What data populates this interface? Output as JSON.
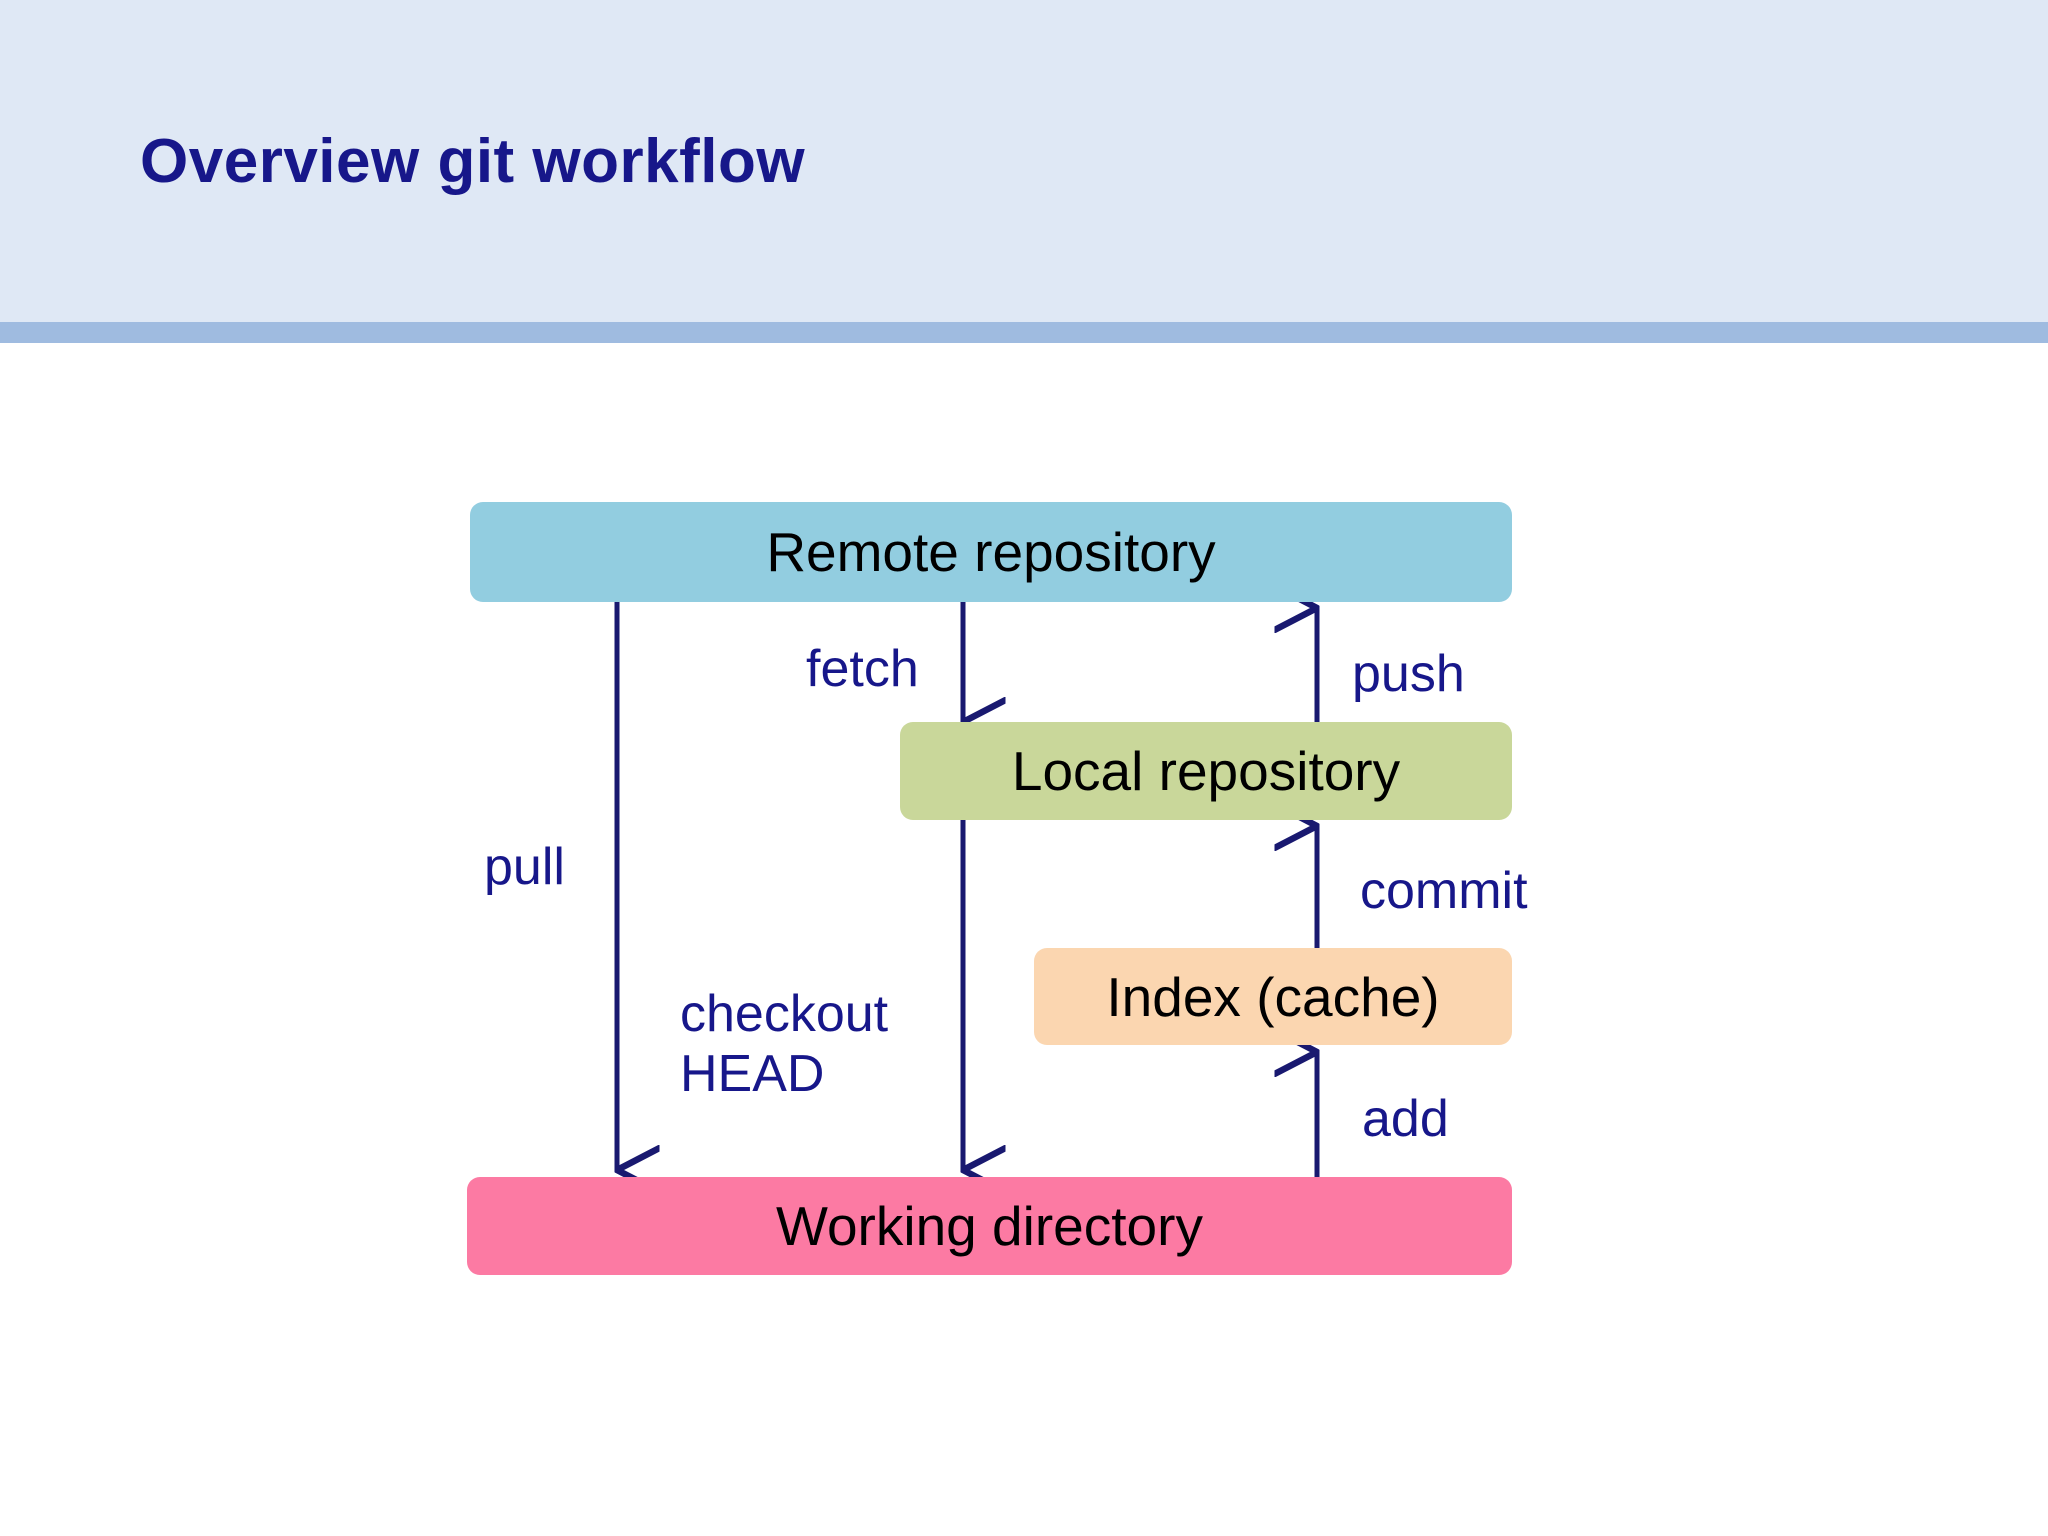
{
  "slide": {
    "title": "Overview git workflow",
    "header_bg": "#dfe8f5",
    "header_rule": "#9fbbe0",
    "title_color": "#17178a",
    "background": "#ffffff"
  },
  "diagram": {
    "type": "flow-diagram",
    "accent_color": "#17178a",
    "nodes": [
      {
        "id": "remote",
        "label": "Remote repository",
        "color": "#92cde0"
      },
      {
        "id": "local",
        "label": "Local repository",
        "color": "#c9d79a"
      },
      {
        "id": "index",
        "label": "Index (cache)",
        "color": "#fbd6b0"
      },
      {
        "id": "working",
        "label": "Working directory",
        "color": "#fc7aa3"
      }
    ],
    "edges": [
      {
        "id": "pull",
        "label": "pull",
        "from": "remote",
        "to": "working",
        "direction": "down"
      },
      {
        "id": "fetch",
        "label": "fetch",
        "from": "remote",
        "to": "local",
        "direction": "down"
      },
      {
        "id": "push",
        "label": "push",
        "from": "local",
        "to": "remote",
        "direction": "up"
      },
      {
        "id": "commit",
        "label": "commit",
        "from": "index",
        "to": "local",
        "direction": "up"
      },
      {
        "id": "add",
        "label": "add",
        "from": "working",
        "to": "index",
        "direction": "up"
      },
      {
        "id": "checkout",
        "label_line1": "checkout",
        "label_line2": "HEAD",
        "from": "local",
        "to": "working",
        "direction": "down"
      }
    ]
  }
}
